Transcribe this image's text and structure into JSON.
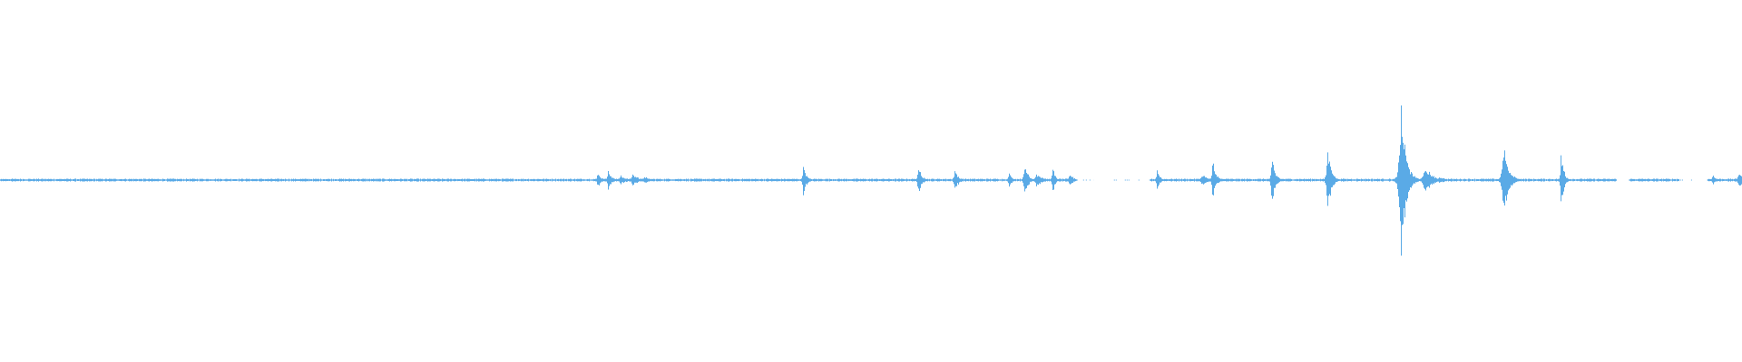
{
  "waveform": {
    "color": "#5aaae6",
    "background": "#ffffff",
    "baseline_amplitude": 0.008,
    "gaps": [
      {
        "start": 0.615,
        "end": 0.628,
        "density": 0.6
      },
      {
        "start": 0.628,
        "end": 0.66,
        "density": 0.45
      },
      {
        "start": 0.928,
        "end": 0.935,
        "density": 0.0
      },
      {
        "start": 0.964,
        "end": 0.975,
        "density": 0.5
      },
      {
        "start": 0.975,
        "end": 0.98,
        "density": 0.0
      }
    ],
    "events": [
      {
        "t": 0.343,
        "amp": 0.05,
        "width": 0.002
      },
      {
        "t": 0.349,
        "amp": 0.06,
        "width": 0.002
      },
      {
        "t": 0.356,
        "amp": 0.025,
        "width": 0.004
      },
      {
        "t": 0.363,
        "amp": 0.03,
        "width": 0.004
      },
      {
        "t": 0.37,
        "amp": 0.02,
        "width": 0.003
      },
      {
        "t": 0.461,
        "amp": 0.12,
        "width": 0.0015
      },
      {
        "t": 0.527,
        "amp": 0.08,
        "width": 0.002
      },
      {
        "t": 0.548,
        "amp": 0.07,
        "width": 0.002
      },
      {
        "t": 0.579,
        "amp": 0.04,
        "width": 0.002
      },
      {
        "t": 0.588,
        "amp": 0.09,
        "width": 0.002
      },
      {
        "t": 0.595,
        "amp": 0.04,
        "width": 0.003
      },
      {
        "t": 0.604,
        "amp": 0.09,
        "width": 0.0015
      },
      {
        "t": 0.614,
        "amp": 0.04,
        "width": 0.002
      },
      {
        "t": 0.664,
        "amp": 0.07,
        "width": 0.0015
      },
      {
        "t": 0.69,
        "amp": 0.03,
        "width": 0.004
      },
      {
        "t": 0.696,
        "amp": 0.1,
        "width": 0.002
      },
      {
        "t": 0.73,
        "amp": 0.13,
        "width": 0.002
      },
      {
        "t": 0.762,
        "amp": 0.22,
        "width": 0.002
      },
      {
        "t": 0.804,
        "amp": 0.45,
        "width": 0.003
      },
      {
        "t": 0.818,
        "amp": 0.08,
        "width": 0.004
      },
      {
        "t": 0.826,
        "amp": 0.02,
        "width": 0.004
      },
      {
        "t": 0.863,
        "amp": 0.22,
        "width": 0.003
      },
      {
        "t": 0.896,
        "amp": 0.19,
        "width": 0.0015
      },
      {
        "t": 0.983,
        "amp": 0.03,
        "width": 0.002
      },
      {
        "t": 0.998,
        "amp": 0.04,
        "width": 0.003
      }
    ]
  }
}
